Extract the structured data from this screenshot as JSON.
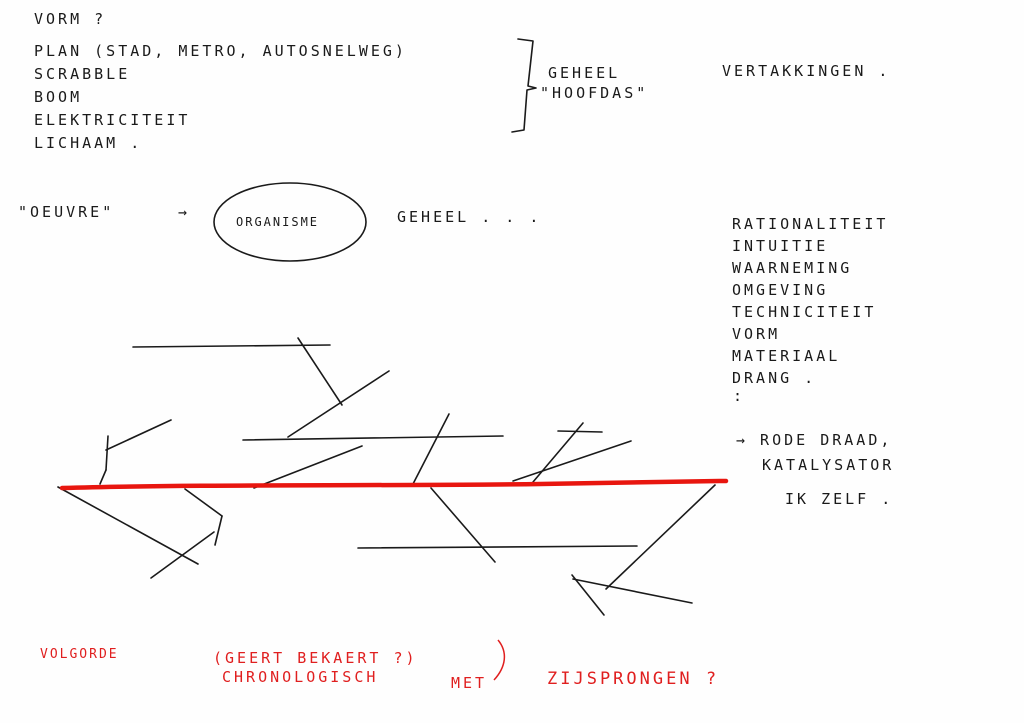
{
  "top_block": {
    "heading": "VORM ?",
    "items": [
      "PLAN (STAD, METRO, AUTOSNELWEG)",
      "SCRABBLE",
      "BOOM",
      "ELEKTRICITEIT",
      "LICHAAM ."
    ],
    "geheel": "GEHEEL",
    "hoofdas": "\"HOOFDAS\"",
    "vertakkingen": "VERTAKKINGEN ."
  },
  "middle": {
    "oeuvre": "\"OEUVRE\"",
    "arrow": "→",
    "organism": "ORGANISME",
    "geheel": "GEHEEL . . ."
  },
  "right_list": {
    "items": [
      "RATIONALITEIT",
      "INTUITIE",
      "WAARNEMING",
      "OMGEVING",
      "TECHNICITEIT",
      "VORM",
      "MATERIAAL",
      "DRANG ."
    ],
    "dots": ":",
    "arrow_line": "→ RODE DRAAD,",
    "katalysator": "KATALYSATOR",
    "zelf": "IK ZELF ."
  },
  "bottom_red": {
    "volgorde": "VOLGORDE",
    "question": "(GEERT BEKAERT ?)",
    "chronologisch": "CHRONOLOGISCH",
    "met": "MET",
    "zijsprongen": "ZIJSPRONGEN ?"
  },
  "colors": {
    "ink": "#1a1a1a",
    "red": "#e01f1f"
  }
}
